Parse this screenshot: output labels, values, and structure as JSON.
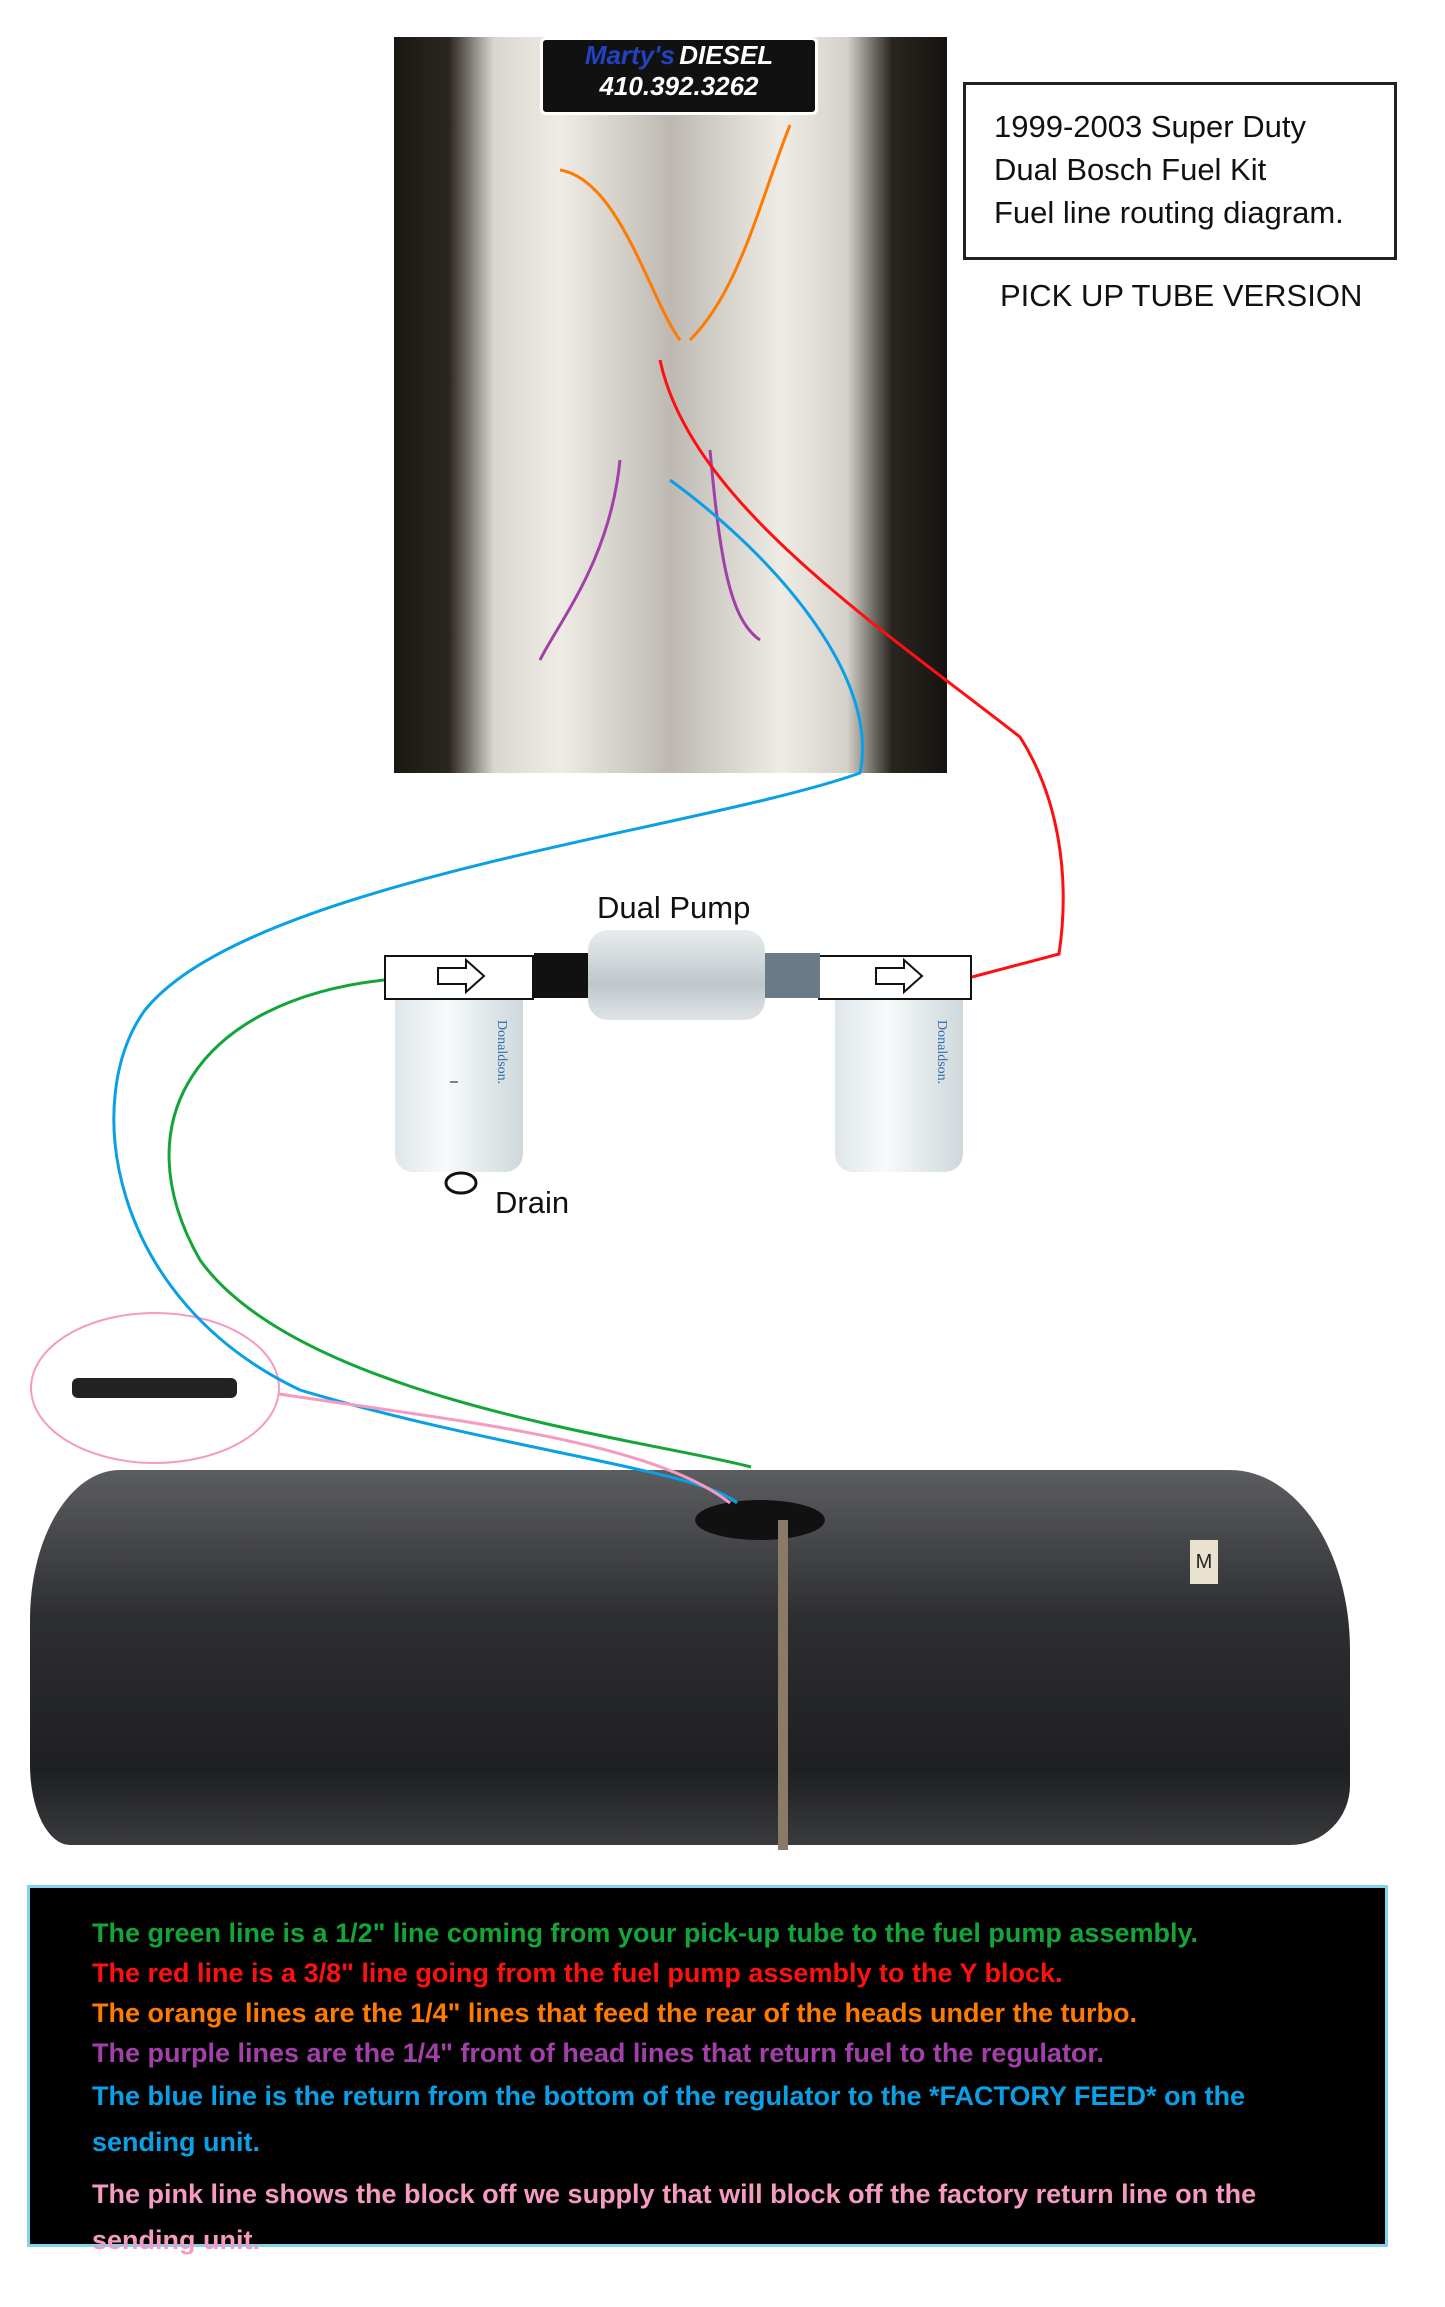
{
  "logo": {
    "name": "Marty's",
    "brand": "DIESEL",
    "phone": "410.392.3262"
  },
  "title": {
    "line1": "1999-2003 Super Duty",
    "line2": "Dual Bosch Fuel Kit",
    "line3": "Fuel line routing diagram."
  },
  "version": "PICK UP TUBE VERSION",
  "labels": {
    "pump": "Dual Pump",
    "drain": "Drain",
    "filter_brand": "Donaldson."
  },
  "tank_mark": "M",
  "colors": {
    "green": "#13a538",
    "red": "#ff1010",
    "orange": "#ff7a00",
    "purple": "#a23fa8",
    "blue": "#0aa0e6",
    "pink": "#f59ac0"
  },
  "legend": {
    "green": "The green line is a 1/2\" line coming from your pick-up tube to the fuel pump assembly.",
    "red": "The red line is a 3/8\" line going from the fuel pump assembly to the Y block.",
    "orange": "The orange lines are the 1/4\" lines that feed the rear of the heads under the turbo.",
    "purple": "The purple lines are the 1/4\" front of head lines that return fuel to the regulator.",
    "blue": "The blue line is the return from the bottom of the regulator to the *FACTORY FEED* on the sending unit.",
    "pink": "The pink line shows the block off we supply that will block off the factory return line on the sending unit."
  }
}
